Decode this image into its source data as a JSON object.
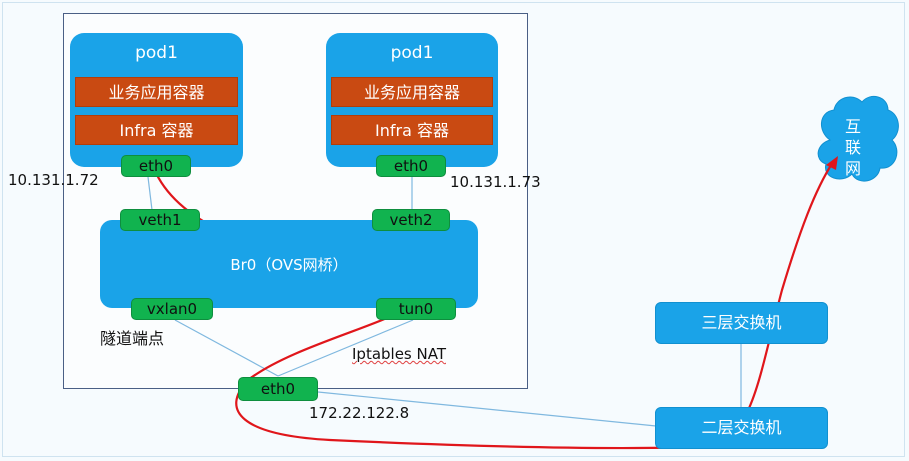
{
  "pods": [
    {
      "title": "pod1",
      "app_container": "业务应用容器",
      "infra_container": "Infra 容器",
      "eth": "eth0",
      "ip": "10.131.1.72"
    },
    {
      "title": "pod1",
      "app_container": "业务应用容器",
      "infra_container": "Infra 容器",
      "eth": "eth0",
      "ip": "10.131.1.73"
    }
  ],
  "bridge": {
    "label": "Br0（OVS网桥）",
    "veth1": "veth1",
    "veth2": "veth2",
    "vxlan": "vxlan0",
    "tun": "tun0"
  },
  "annotations": {
    "tunnel_endpoint": "隧道端点",
    "iptables": "Iptables NAT"
  },
  "host": {
    "eth": "eth0",
    "ip": "172.22.122.8"
  },
  "network": {
    "l3_switch": "三层交换机",
    "l2_switch": "二层交换机",
    "internet_chars": [
      "互",
      "联",
      "网"
    ]
  },
  "colors": {
    "pod": "#1aa3e8",
    "container": "#c94a12",
    "port": "#11b34f",
    "path": "#e0161b"
  }
}
